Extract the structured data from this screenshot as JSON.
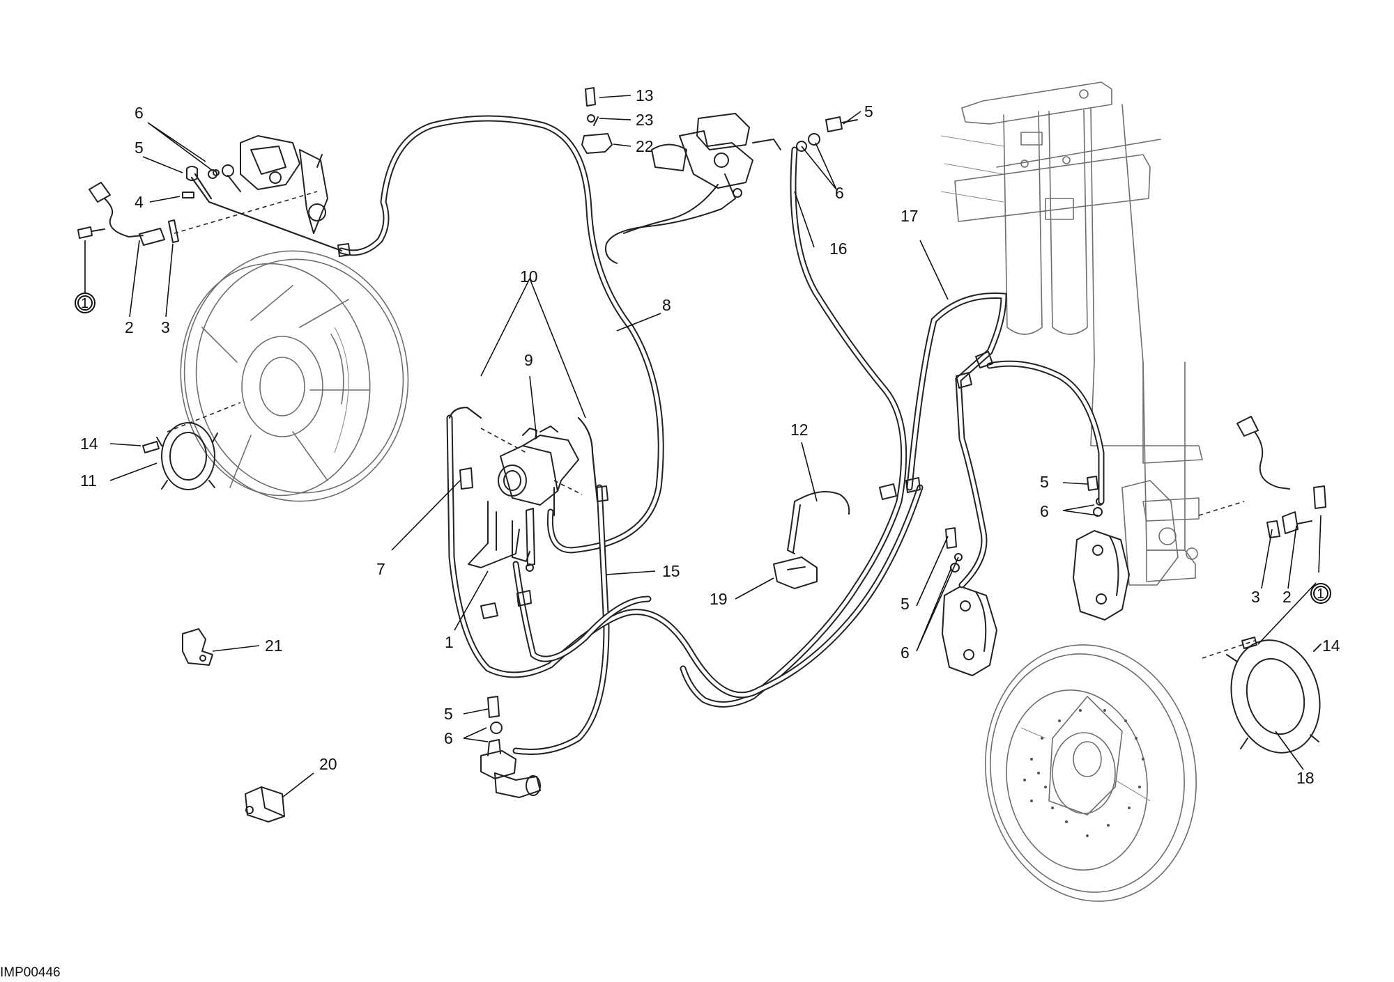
{
  "diagram": {
    "image_code": "IMP00446",
    "reference_mark": "1",
    "callouts": [
      {
        "id": "c6-rear",
        "text": "6"
      },
      {
        "id": "c5-rear",
        "text": "5"
      },
      {
        "id": "c4",
        "text": "4"
      },
      {
        "id": "c1ref-left",
        "text": "1"
      },
      {
        "id": "c2-left",
        "text": "2"
      },
      {
        "id": "c3-left",
        "text": "3"
      },
      {
        "id": "c14-left",
        "text": "14"
      },
      {
        "id": "c11",
        "text": "11"
      },
      {
        "id": "c13",
        "text": "13"
      },
      {
        "id": "c23",
        "text": "23"
      },
      {
        "id": "c22",
        "text": "22"
      },
      {
        "id": "c5-top",
        "text": "5"
      },
      {
        "id": "c6-top",
        "text": "6"
      },
      {
        "id": "c16",
        "text": "16"
      },
      {
        "id": "c17",
        "text": "17"
      },
      {
        "id": "c10",
        "text": "10"
      },
      {
        "id": "c8",
        "text": "8"
      },
      {
        "id": "c9",
        "text": "9"
      },
      {
        "id": "c12",
        "text": "12"
      },
      {
        "id": "c7",
        "text": "7"
      },
      {
        "id": "c15",
        "text": "15"
      },
      {
        "id": "c19",
        "text": "19"
      },
      {
        "id": "c1",
        "text": "1"
      },
      {
        "id": "c21",
        "text": "21"
      },
      {
        "id": "c5-mid",
        "text": "5"
      },
      {
        "id": "c6-mid",
        "text": "6"
      },
      {
        "id": "c20",
        "text": "20"
      },
      {
        "id": "c5-rcal",
        "text": "5"
      },
      {
        "id": "c6-rcal",
        "text": "6"
      },
      {
        "id": "c5-lcal",
        "text": "5"
      },
      {
        "id": "c6-lcal",
        "text": "6"
      },
      {
        "id": "c3-right",
        "text": "3"
      },
      {
        "id": "c2-right",
        "text": "2"
      },
      {
        "id": "c14-right",
        "text": "14"
      },
      {
        "id": "c18",
        "text": "18"
      }
    ]
  }
}
